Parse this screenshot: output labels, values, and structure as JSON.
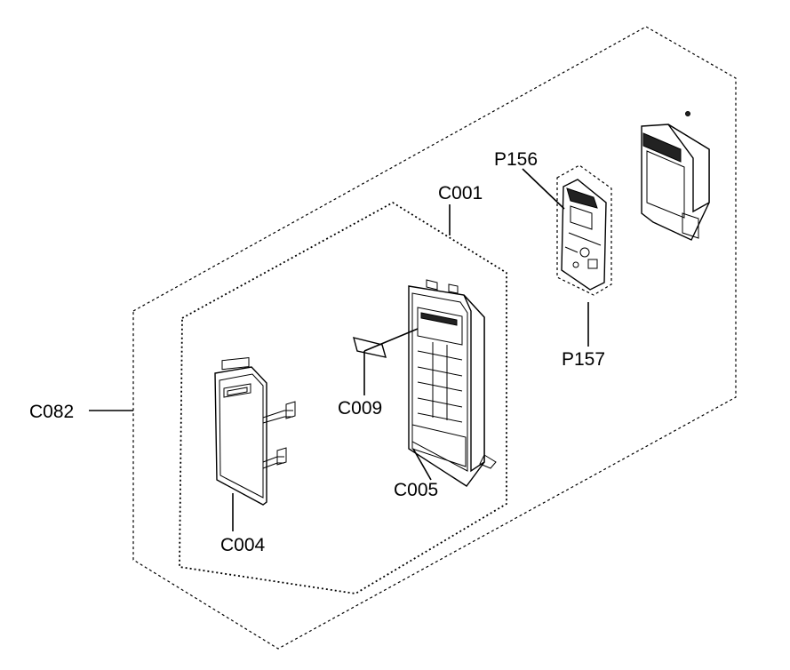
{
  "diagram": {
    "labels": {
      "c082": "C082",
      "c001": "C001",
      "c004": "C004",
      "c005": "C005",
      "c009": "C009",
      "p156": "P156",
      "p157": "P157"
    }
  }
}
